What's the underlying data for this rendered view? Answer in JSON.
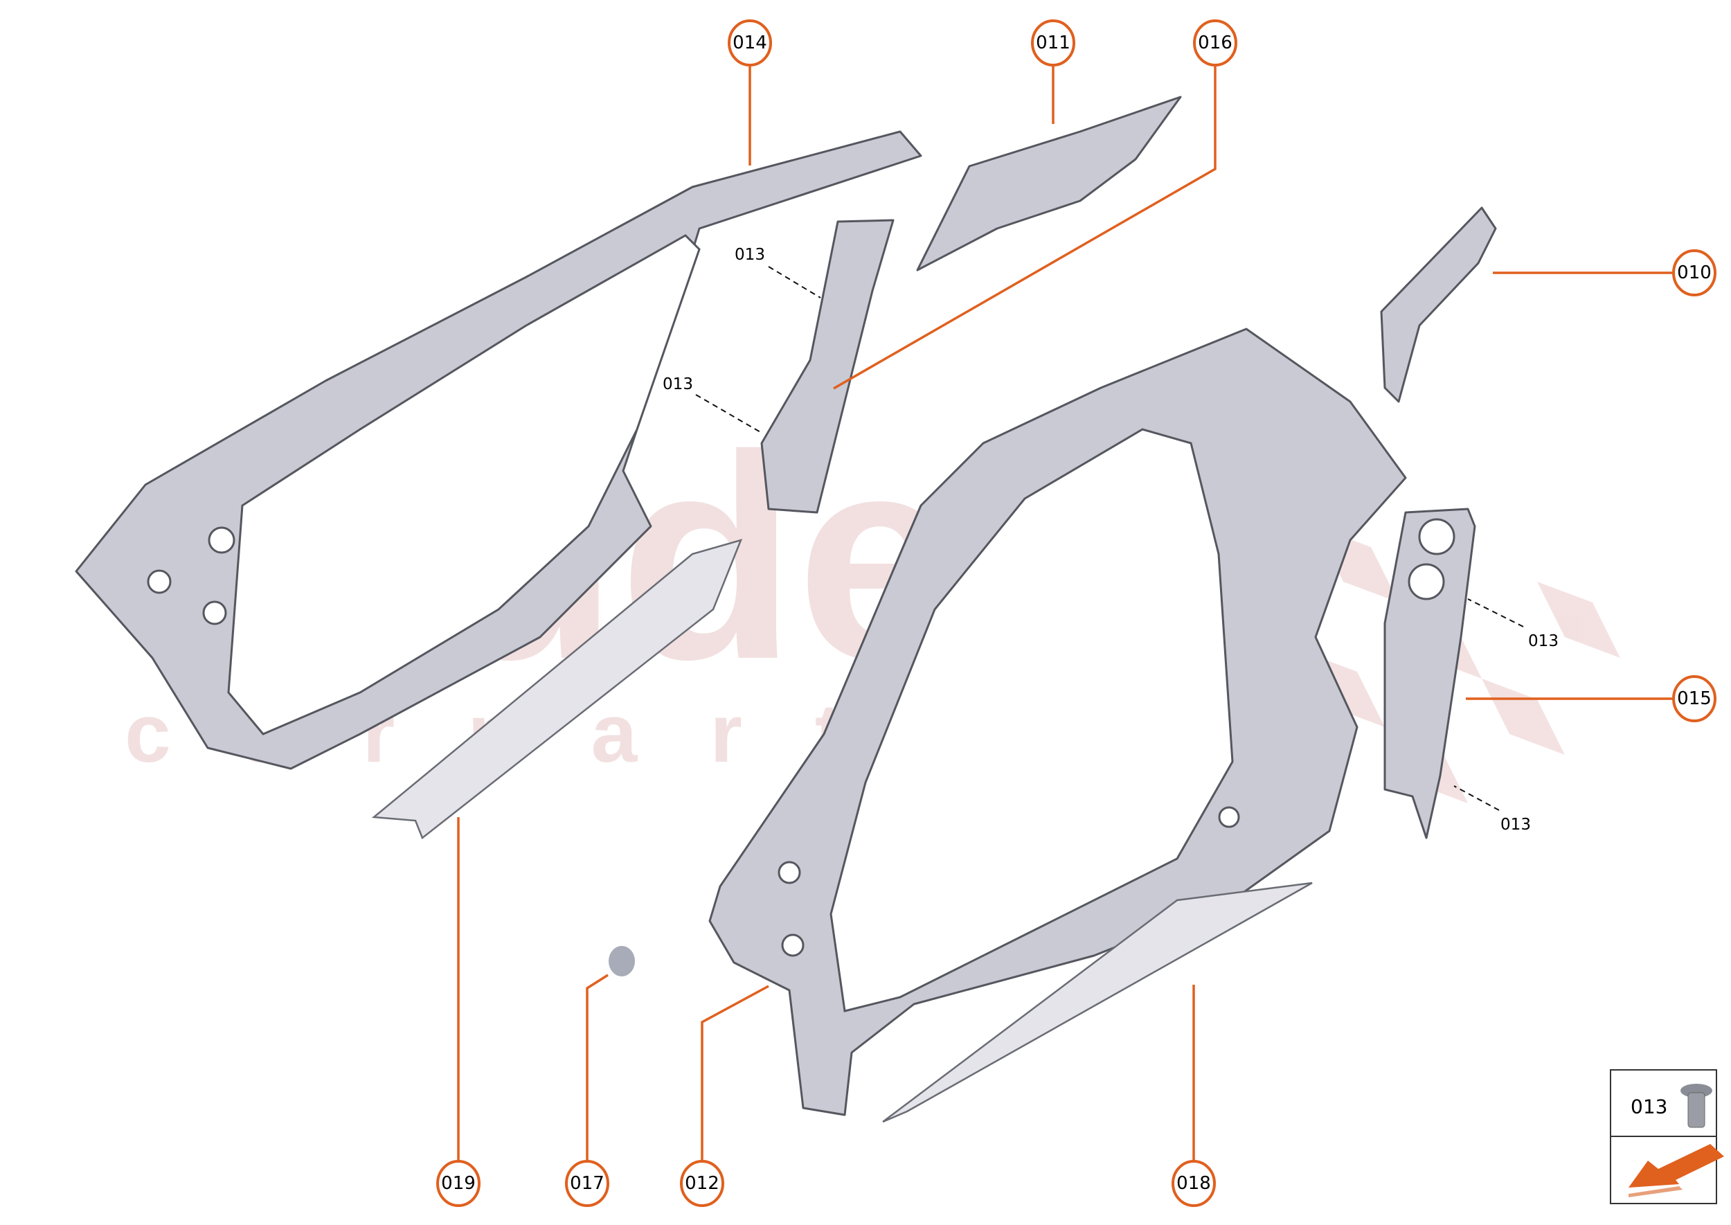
{
  "callouts": {
    "c010": "010",
    "c011": "011",
    "c012": "012",
    "c014": "014",
    "c015": "015",
    "c016": "016",
    "c017": "017",
    "c018": "018",
    "c019": "019"
  },
  "screw_labels": [
    "013",
    "013",
    "013",
    "013"
  ],
  "legend": {
    "part_number": "013",
    "part_icon": "screw-icon",
    "direction_icon": "orange-arrow-icon"
  },
  "watermark": {
    "brand": "scuderia",
    "sub": "carparts"
  },
  "colors": {
    "accent": "#e0601e",
    "part_grey": "#c9cad3",
    "watermark": "#d9a0a0"
  }
}
